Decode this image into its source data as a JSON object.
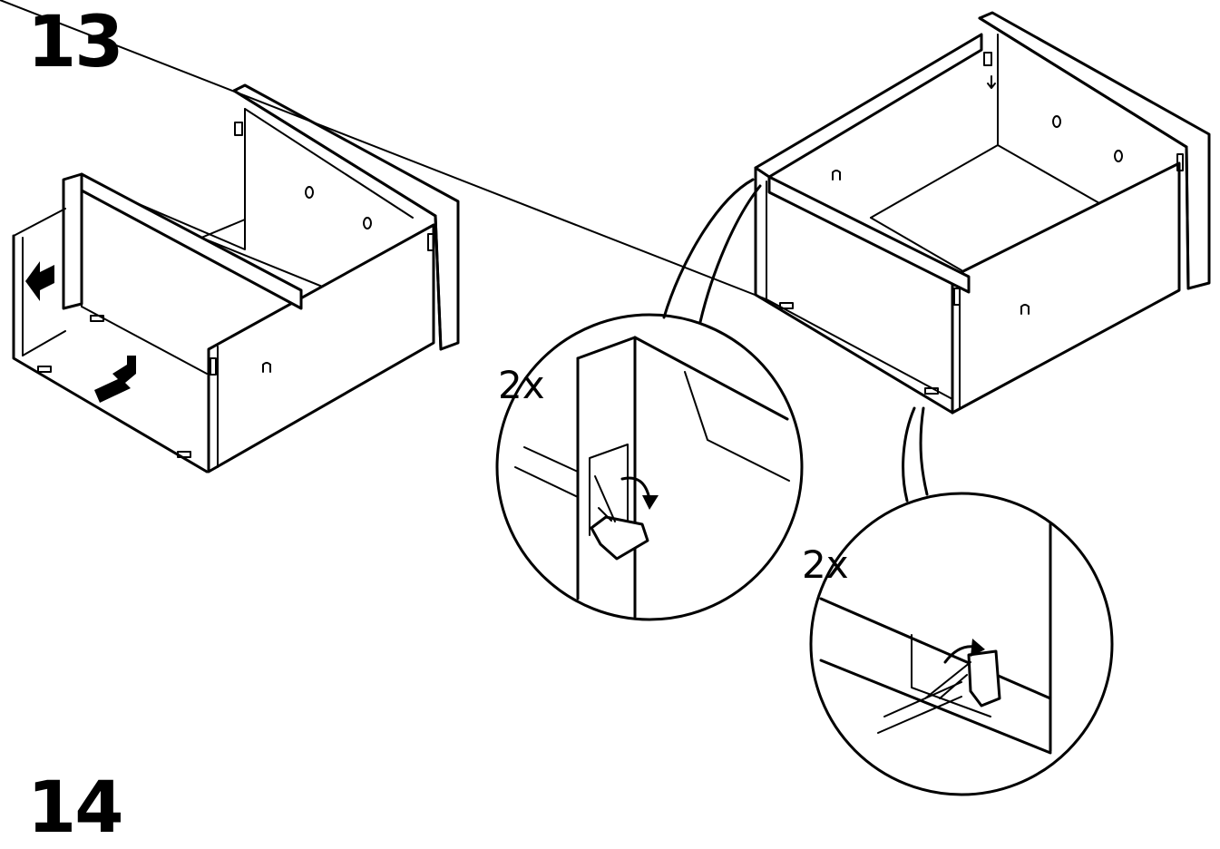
{
  "step_current": "13",
  "step_next": "14",
  "detail_left_multiplier": "2x",
  "detail_right_multiplier": "2x",
  "icons": [
    "push-left-arrow-icon",
    "push-down-arrow-icon",
    "bend-tab-arrow-icon",
    "down-arrow-icon"
  ],
  "colors": {
    "ink": "#000000",
    "paper": "#ffffff"
  }
}
